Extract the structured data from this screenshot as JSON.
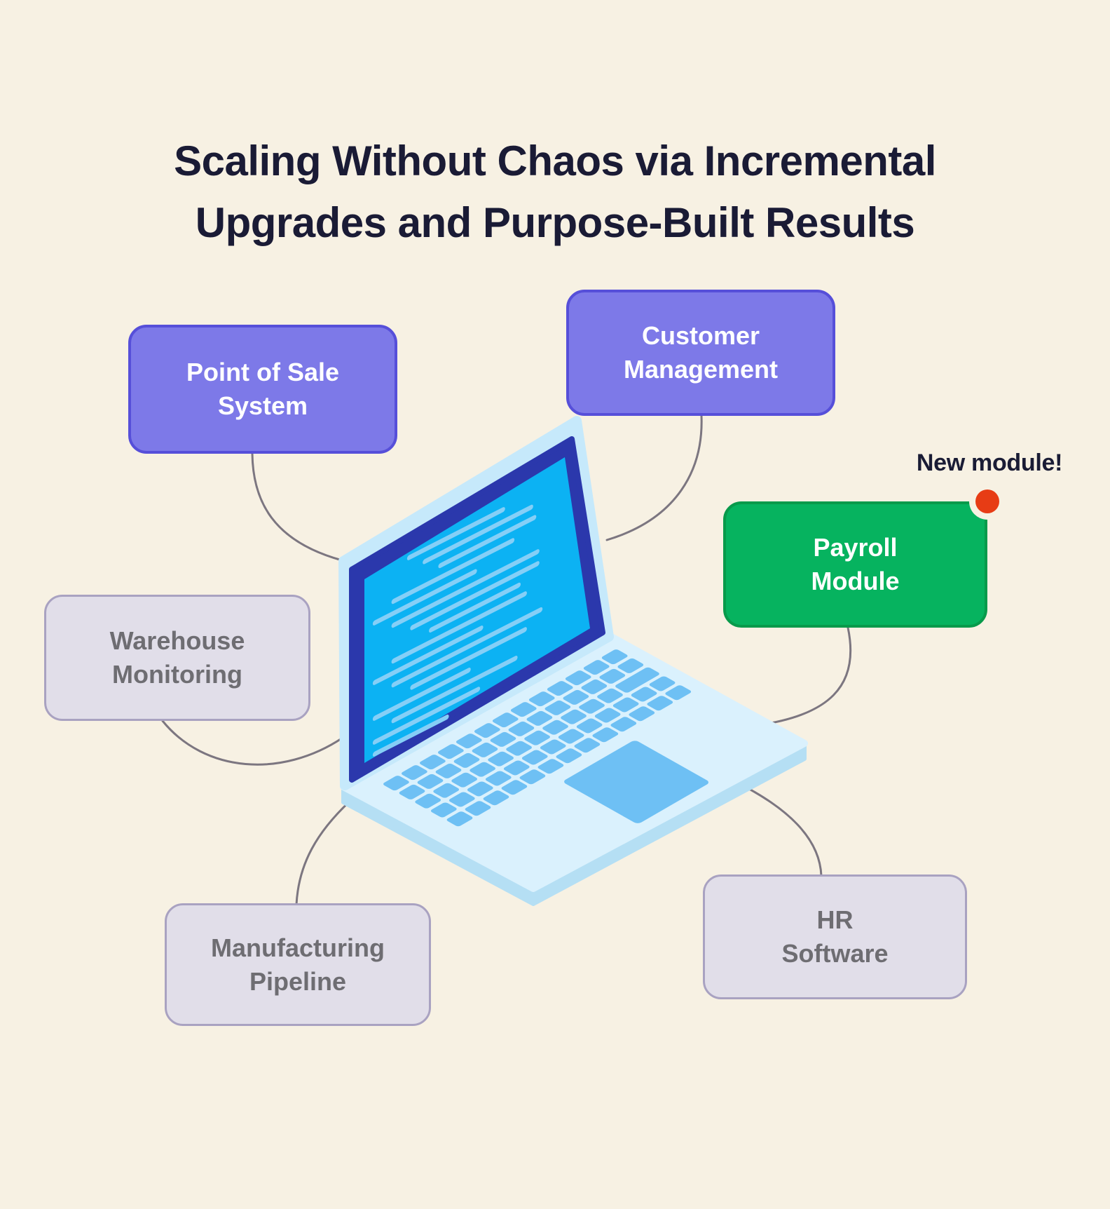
{
  "title": {
    "lines": [
      "Scaling Without Chaos via Incremental",
      "Upgrades and Purpose-Built Results"
    ]
  },
  "modules": {
    "point_of_sale": {
      "lines": [
        "Point of Sale",
        "System"
      ],
      "style": "purple"
    },
    "customer_management": {
      "lines": [
        "Customer",
        "Management"
      ],
      "style": "purple"
    },
    "payroll": {
      "lines": [
        "Payroll",
        "Module"
      ],
      "style": "green",
      "badge": "new-module-dot"
    },
    "warehouse": {
      "lines": [
        "Warehouse",
        "Monitoring"
      ],
      "style": "neutral"
    },
    "manufacturing": {
      "lines": [
        "Manufacturing",
        "Pipeline"
      ],
      "style": "neutral"
    },
    "hr": {
      "lines": [
        "HR",
        "Software"
      ],
      "style": "neutral"
    }
  },
  "annotation": {
    "label": "New module!"
  },
  "colors": {
    "background": "#f7f1e3",
    "title_text": "#1a1b35",
    "module_purple": "#7d79e8",
    "module_purple_border": "#564fd9",
    "module_green": "#06b35f",
    "module_green_border": "#089a4b",
    "module_neutral": "#e1dee9",
    "module_neutral_border": "#a9a2c1",
    "module_neutral_text": "#6e6d72",
    "new_module_dot": "#e73c15",
    "connector_line": "#7c7680",
    "laptop_screen": "#0cb2f3",
    "laptop_bezel": "#2b38ac",
    "laptop_body": "#daf1fd",
    "laptop_keys": "#6ec0f4"
  }
}
